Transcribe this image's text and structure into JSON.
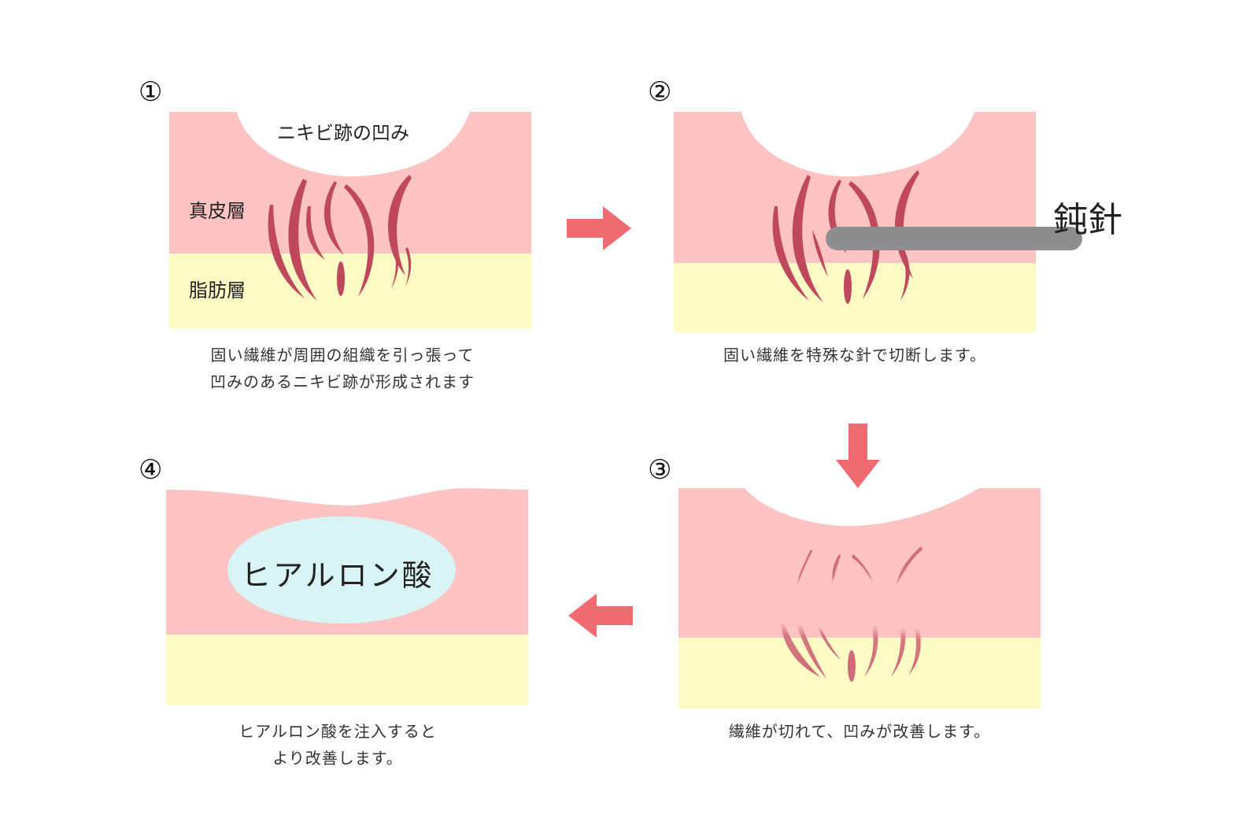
{
  "colors": {
    "dermis": "#fec4c3",
    "fat": "#fefbc4",
    "fiber": "#c0485d",
    "fiber_faded": "#cf6b78",
    "needle": "#8e8e8e",
    "arrow": "#ef6b72",
    "hyaluronic": "#d8f4f4"
  },
  "step1": {
    "number": "①",
    "dent_label": "ニキビ跡の凹み",
    "dermis_label": "真皮層",
    "fat_label": "脂肪層",
    "caption": [
      "固い繊維が周囲の組織を引っ張って",
      "凹みのあるニキビ跡が形成されます"
    ]
  },
  "step2": {
    "number": "②",
    "needle_label": "鈍針",
    "caption": [
      "固い繊維を特殊な針で切断します。"
    ]
  },
  "step3": {
    "number": "③",
    "caption": [
      "繊維が切れて、凹みが改善します。"
    ]
  },
  "step4": {
    "number": "④",
    "filler_label": "ヒアルロン酸",
    "caption": [
      "ヒアルロン酸を注入すると",
      "より改善します。"
    ]
  },
  "arrows": [
    "right-arrow",
    "down-arrow",
    "left-arrow"
  ]
}
